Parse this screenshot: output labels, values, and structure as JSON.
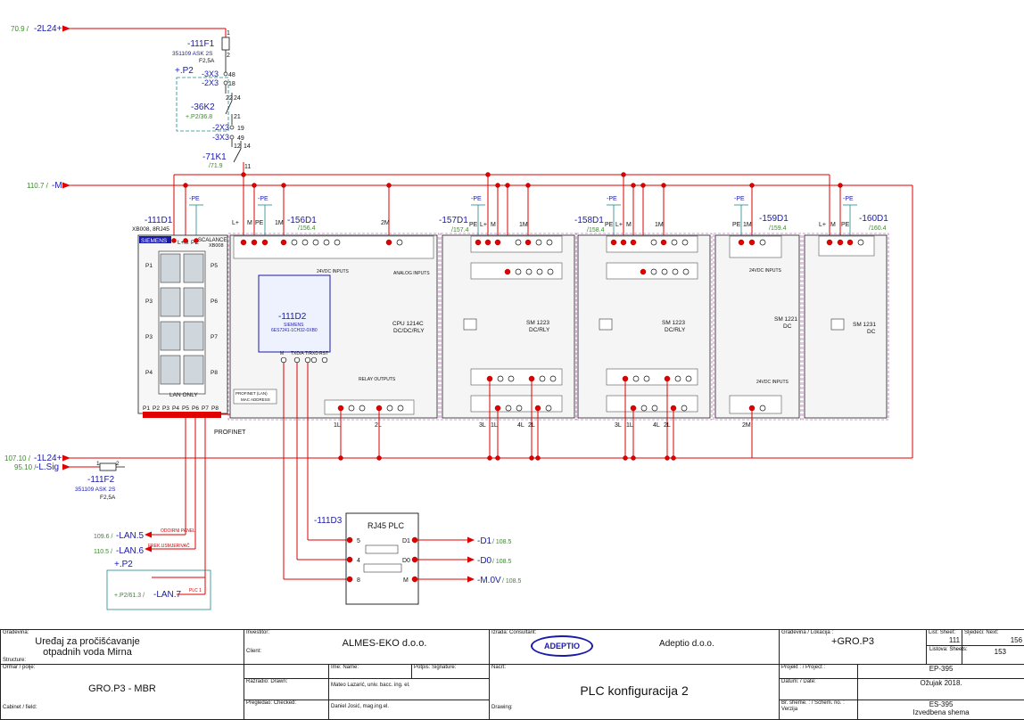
{
  "supply": {
    "l24_top_ref": "70.9 /",
    "l24_top": "-2L24+",
    "m_ref": "110.7 /",
    "m": "-M",
    "l24_bot_ref": "107.10 /",
    "l24_bot": "-1L24+",
    "lsig_ref": "95.10 /",
    "lsig": "-L.Sig"
  },
  "fuse1": {
    "tag": "-111F1",
    "part": "351109 ASK 2S",
    "rating": "F2,5A",
    "pin_top": "1",
    "pin_bot": "2"
  },
  "fuse2": {
    "tag": "-111F2",
    "part": "351109 ASK 2S",
    "rating": "F2,5A",
    "pin_l": "1",
    "pin_r": "2"
  },
  "p2_top": "+.P2",
  "x3": {
    "a": "-3X3",
    "a_pin": "48",
    "b": "-2X3",
    "b_pin": "18",
    "c": "-2X3",
    "c_pin": "19",
    "d": "-3X3",
    "d_pin": "49"
  },
  "k36": {
    "tag": "-36K2",
    "ref": "+.P2/36.8",
    "p1": "22",
    "p2": "24",
    "p3": "21"
  },
  "k71": {
    "tag": "-71K1",
    "ref": "/71.9",
    "p1": "12",
    "p2": "14",
    "p3": "11"
  },
  "pe": "-PE",
  "modules": {
    "d1": {
      "tag": "-111D1",
      "part": "XB008, 8RJ45",
      "brand": "SIEMENS",
      "name": "SCALANCE",
      "model": "XB008",
      "lan": "LAN ONLY",
      "ports_left": [
        "P1",
        "P3",
        "P3",
        "P4"
      ],
      "ports_right": [
        "P5",
        "P6",
        "P7",
        "P8"
      ],
      "port_labels": [
        "P1",
        "P2",
        "P3",
        "P4",
        "P5",
        "P6",
        "P7",
        "P8"
      ],
      "term": [
        "L+",
        "M",
        "PE"
      ]
    },
    "d156": {
      "tag": "-156D1",
      "ref": "/156.4",
      "cpu": "CPU 1214C",
      "cpu2": "DC/DC/RLY",
      "terms": [
        "L+",
        "M",
        "PE",
        "1M",
        "2M"
      ],
      "inputs": "24VDC INPUTS",
      "analog": "ANALOG INPUTS",
      "relay": "RELAY OUTPUTS",
      "profinet": "PROFINET (LAN)",
      "mac": "MAC ADDRESS",
      "l1": "1L",
      "l2": "2L"
    },
    "d2": {
      "tag": "-111D2",
      "brand": "SIEMENS",
      "part": "6ES7241-1CH32-0XB0",
      "pins": [
        "M",
        "TXD/A",
        "T/RXD",
        "RST"
      ]
    },
    "d157": {
      "tag": "-157D1",
      "ref": "/157.4",
      "name": "SM 1223",
      "type": "DC/RLY",
      "terms": [
        "PE",
        "L+",
        "M",
        "1M"
      ],
      "l3": "3L",
      "l1": "1L",
      "l4": "4L",
      "l2": "2L"
    },
    "d158": {
      "tag": "-158D1",
      "ref": "/158.4",
      "name": "SM 1223",
      "type": "DC/RLY",
      "terms": [
        "PE",
        "L+",
        "M",
        "1M"
      ],
      "l3": "3L",
      "l1": "1L",
      "l4": "4L",
      "l2": "2L"
    },
    "d159": {
      "tag": "-159D1",
      "ref": "/159.4",
      "name": "SM 1221",
      "type": "DC",
      "terms": [
        "PE",
        "1M"
      ],
      "inputs": "24VDC INPUTS",
      "m2": "2M"
    },
    "d160": {
      "tag": "-160D1",
      "ref": "/160.4",
      "name": "SM 1231",
      "type": "DC",
      "terms": [
        "L+",
        "M",
        "PE"
      ]
    }
  },
  "profinet": "PROFINET",
  "lan": {
    "lan5_ref": "109.6 /",
    "lan5": "-LAN.5",
    "lan5_note": "ODOIRNI PANEL",
    "lan6_ref": "110.5 /",
    "lan6": "-LAN.6",
    "lan6_note": "FREK.USMJERIVAČ",
    "p2": "+.P2",
    "lan7_ref": "+.P2/61.3 /",
    "lan7": "-LAN.7",
    "lan7_note": "PLC 1"
  },
  "d3": {
    "tag": "-111D3",
    "title": "RJ45 PLC",
    "pins_l": [
      "5",
      "4",
      "8"
    ],
    "pins_r": [
      "D1",
      "D0",
      "M"
    ]
  },
  "outputs": [
    {
      "name": "-D1",
      "ref": "/ 108.5"
    },
    {
      "name": "-D0",
      "ref": "/ 108.5"
    },
    {
      "name": "-M.0V",
      "ref": "/ 108.5"
    }
  ],
  "title_block": {
    "gradevina_label": "Građevina:",
    "structure_label": "Structure:",
    "project_name": "Uređaj za pročišćavanje otpadnih voda Mirna",
    "ormar_label": "Ormar / polje:",
    "cabinet_label": "Cabinet / field:",
    "cabinet": "GRO.P3 - MBR",
    "investor_label": "Investitor:",
    "client_label": "Client:",
    "investor": "ALMES-EKO d.o.o.",
    "razradio_label": "Razradio: Drawn:",
    "pregledao_label": "Pregledao: Checked:",
    "ime_label": "Ime: Name:",
    "potpis_label": "Potpis: Signature:",
    "drawn_by": "Mateo Lazarić, univ. bacc. ing. el.",
    "checked_by": "Daniel Josić, mag.ing.el.",
    "izrada_label": "Izrada: Consultant:",
    "logo": "ADEPTIO",
    "consultant": "Adeptio d.o.o.",
    "nacrt_label": "Nacrt:",
    "drawing_label": "Drawing:",
    "drawing": "PLC konfiguracija 2",
    "lokacija_label": "Građevina / Lokacija :",
    "location": "+GRO.P3",
    "list_label": "List: Sheet:",
    "sheet": "111",
    "sljedeci_label": "Sljedeći: Next:",
    "next": "156",
    "listova_label": "Listova: Sheets:",
    "sheets": "153",
    "projekt_label": "Projekt : / Project :",
    "project_no": "EP-395",
    "datum_label": "Datum: / Date:",
    "date": "Ožujak 2018.",
    "scheme_label": "Br. sheme. : / Schem. no. :",
    "scheme_no": "ES-395",
    "verzija_label": "Verzija",
    "version": "Izvedbena shema"
  }
}
